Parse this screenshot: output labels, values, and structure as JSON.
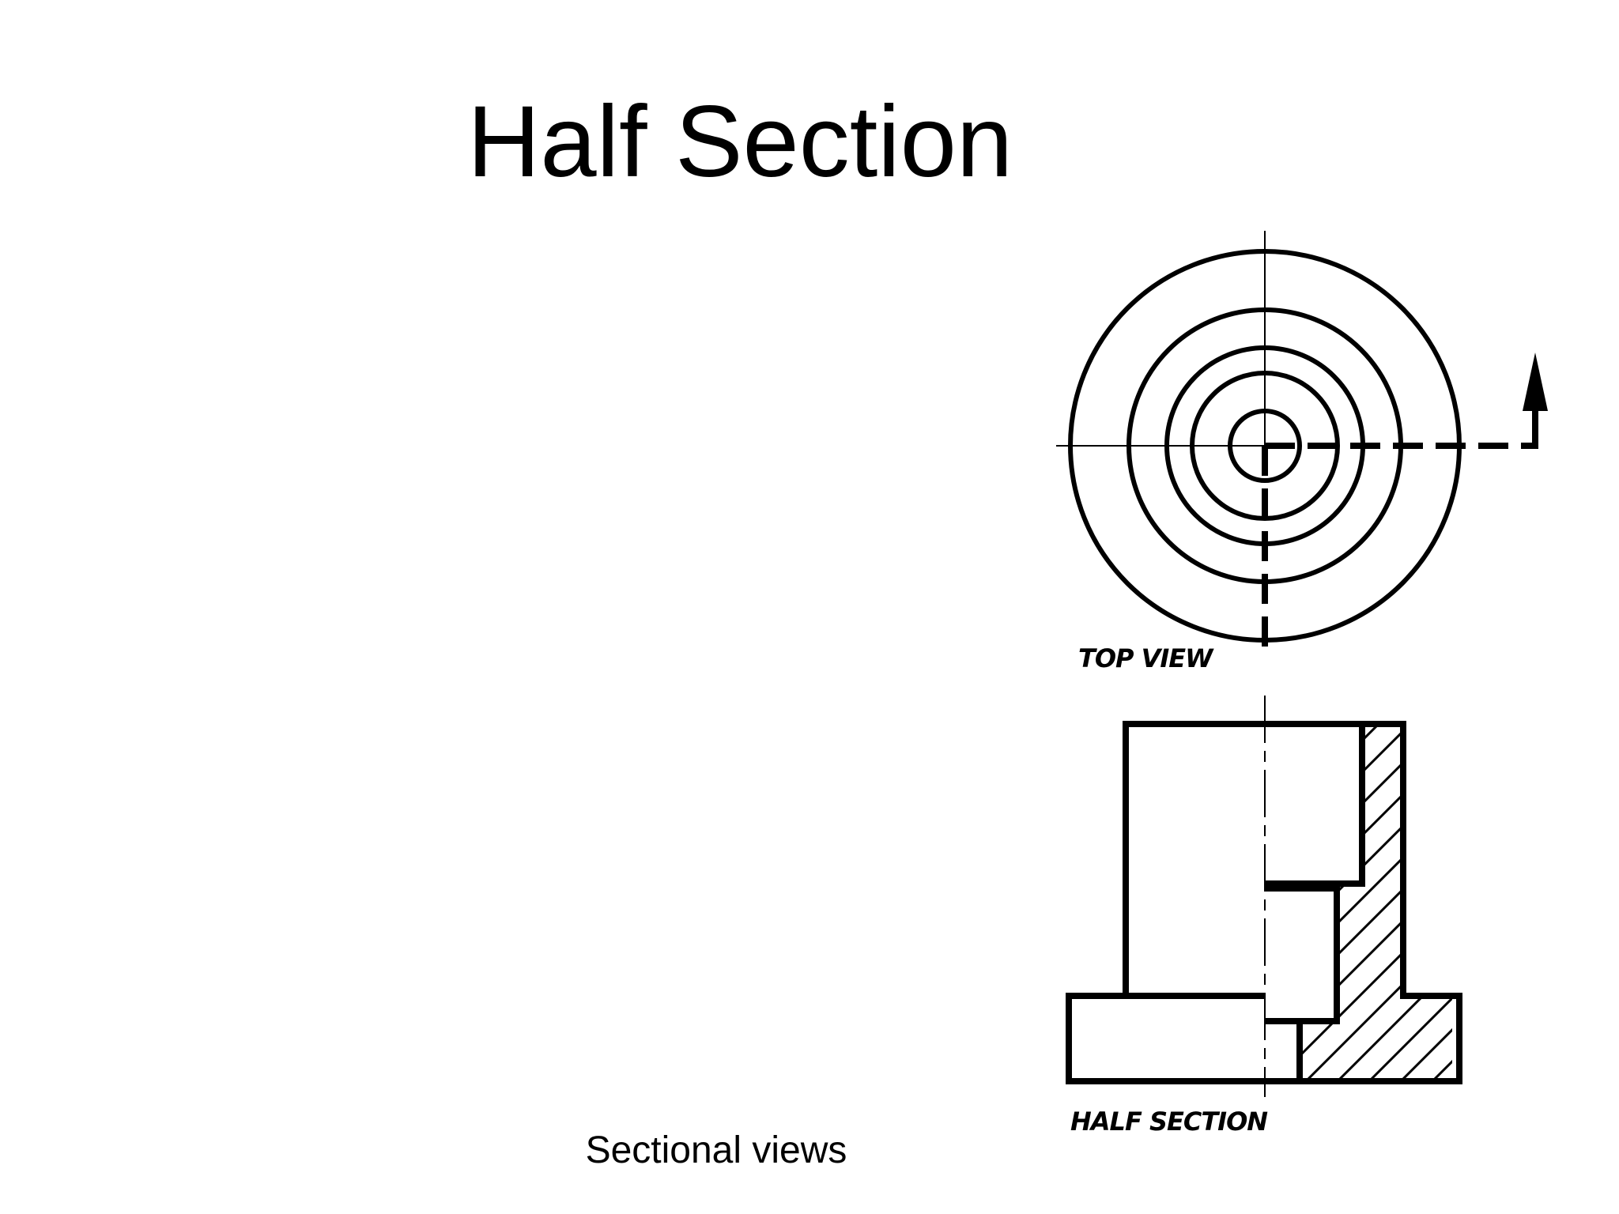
{
  "slide": {
    "title": "Half Section",
    "footer": "Sectional views"
  },
  "drawing": {
    "top_view_label": "TOP VIEW",
    "section_label": "HALF SECTION",
    "line_color": "#000000"
  }
}
